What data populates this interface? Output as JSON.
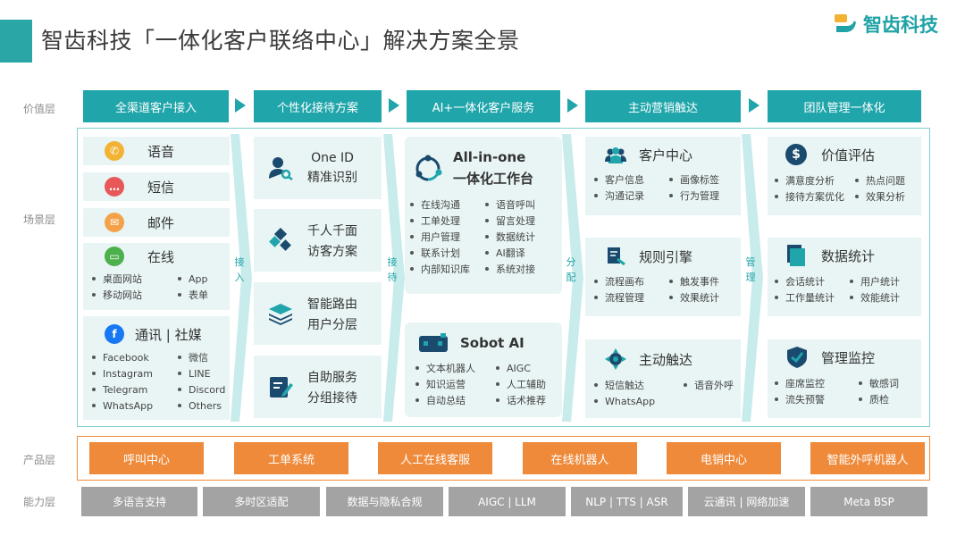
{
  "header": {
    "title": "智齿科技「一体化客户联络中心」解决方案全景",
    "logo_text": "智齿科技",
    "accent_color": "#2aa6a6"
  },
  "row_labels": {
    "value": "价值层",
    "scene": "场景层",
    "product": "产品层",
    "capability": "能力层"
  },
  "value_layer": [
    "全渠道客户接入",
    "个性化接待方案",
    "AI+一体化客户服务",
    "主动营销触达",
    "团队管理一体化"
  ],
  "channels": {
    "voice": "语音",
    "sms": "短信",
    "email": "邮件",
    "online": {
      "title": "在线",
      "items": [
        "桌面网站",
        "App",
        "移动网站",
        "表单"
      ]
    },
    "social": {
      "title": "通讯 | 社媒",
      "items": [
        "Facebook",
        "微信",
        "Instagram",
        "LINE",
        "Telegram",
        "Discord",
        "WhatsApp",
        "Others"
      ]
    }
  },
  "connectors": [
    "接入",
    "接待",
    "分配",
    "管理"
  ],
  "reception": [
    {
      "line1": "One ID",
      "line2": "精准识别",
      "icon": "user-search-icon"
    },
    {
      "line1": "千人千面",
      "line2": "访客方案",
      "icon": "diamond-icon"
    },
    {
      "line1": "智能路由",
      "line2": "用户分层",
      "icon": "layers-icon"
    },
    {
      "line1": "自助服务",
      "line2": "分组接待",
      "icon": "edit-icon"
    }
  ],
  "ai_service": {
    "workbench": {
      "title1": "All-in-one",
      "title2": "一体化工作台",
      "items": [
        "在线沟通",
        "语音呼叫",
        "工单处理",
        "留言处理",
        "用户管理",
        "数据统计",
        "联系计划",
        "AI翻译",
        "内部知识库",
        "系统对接"
      ]
    },
    "sobot_ai": {
      "title": "Sobot AI",
      "items": [
        "文本机器人",
        "AIGC",
        "知识运营",
        "人工辅助",
        "自动总结",
        "话术推荐"
      ]
    }
  },
  "marketing": [
    {
      "title": "客户中心",
      "icon": "users-icon",
      "items": [
        "客户信息",
        "画像标签",
        "沟通记录",
        "行为管理"
      ]
    },
    {
      "title": "规则引擎",
      "icon": "rules-icon",
      "items": [
        "流程画布",
        "触发事件",
        "流程管理",
        "效果统计"
      ]
    },
    {
      "title": "主动触达",
      "icon": "reach-icon",
      "items": [
        "短信触达",
        "语音外呼",
        "WhatsApp"
      ]
    }
  ],
  "team": [
    {
      "title": "价值评估",
      "icon": "dollar-icon",
      "items": [
        "满意度分析",
        "热点问题",
        "接待方案优化",
        "效果分析"
      ]
    },
    {
      "title": "数据统计",
      "icon": "book-icon",
      "items": [
        "会话统计",
        "用户统计",
        "工作量统计",
        "效能统计"
      ]
    },
    {
      "title": "管理监控",
      "icon": "shield-check-icon",
      "items": [
        "座席监控",
        "敏感词",
        "流失预警",
        "质检"
      ]
    }
  ],
  "products": [
    "呼叫中心",
    "工单系统",
    "人工在线客服",
    "在线机器人",
    "电销中心",
    "智能外呼机器人"
  ],
  "capabilities": [
    "多语言支持",
    "多时区适配",
    "数据与隐私合规",
    "AIGC | LLM",
    "NLP | TTS | ASR",
    "云通讯 | 网络加速",
    "Meta BSP"
  ]
}
